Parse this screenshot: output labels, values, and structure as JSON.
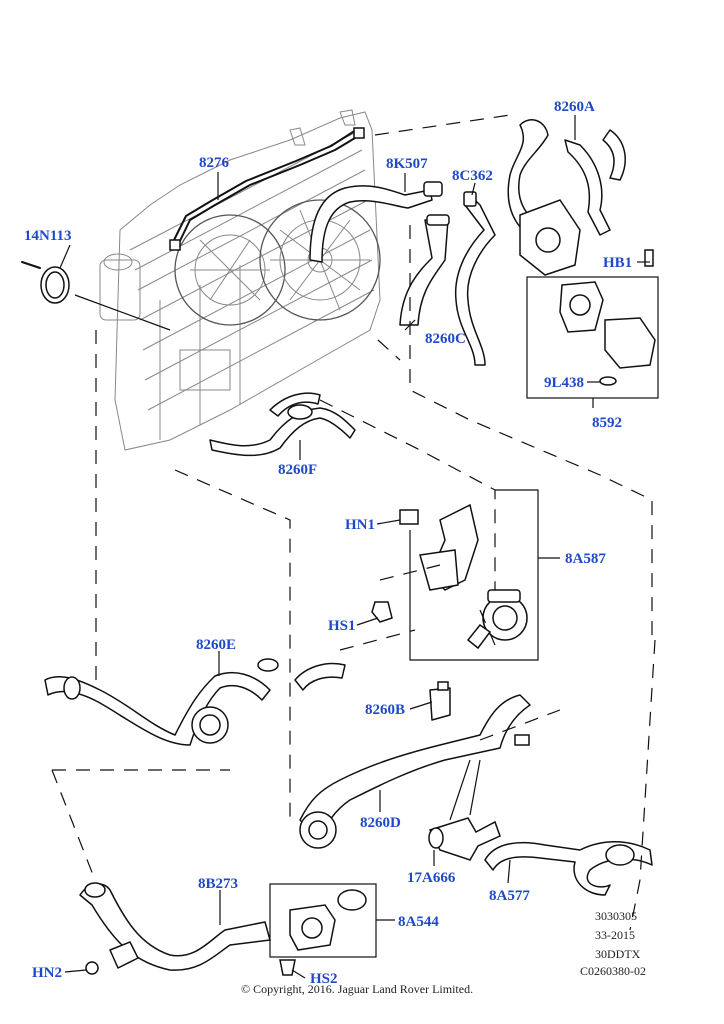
{
  "labels": {
    "l_8276": "8276",
    "l_14N113": "14N113",
    "l_8K507": "8K507",
    "l_8C362": "8C362",
    "l_8260A": "8260A",
    "l_HB1": "HB1",
    "l_8260C": "8260C",
    "l_9L438": "9L438",
    "l_8592": "8592",
    "l_8260F": "8260F",
    "l_HN1": "HN1",
    "l_8A587": "8A587",
    "l_HS1": "HS1",
    "l_8260E": "8260E",
    "l_8260B": "8260B",
    "l_8260D": "8260D",
    "l_17A666": "17A666",
    "l_8A577": "8A577",
    "l_8B273": "8B273",
    "l_8A544": "8A544",
    "l_HN2": "HN2",
    "l_HS2": "HS2"
  },
  "reference": {
    "line1": "3030305",
    "line2": "33-2015",
    "line3": "30DDTX",
    "line4": "C0260380-02"
  },
  "copyright": "© Copyright, 2016. Jaguar Land Rover Limited.",
  "colors": {
    "label": "#1f49c8",
    "line": "#111111"
  }
}
